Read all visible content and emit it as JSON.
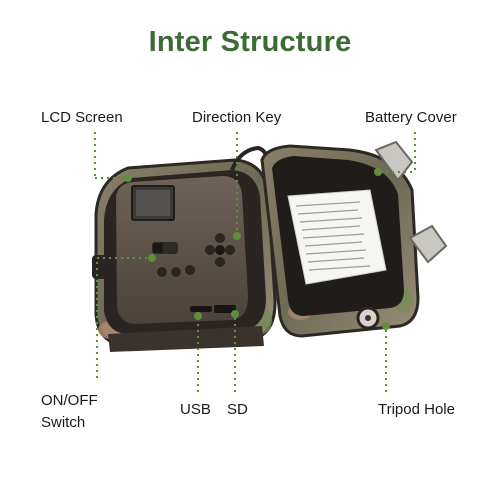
{
  "title": "Inter Structure",
  "labels": {
    "lcd_screen": "LCD Screen",
    "direction_key": "Direction Key",
    "battery_cover": "Battery Cover",
    "on_off_switch_line1": "ON/OFF",
    "on_off_switch_line2": "Switch",
    "usb": "USB",
    "sd": "SD",
    "tripod_hole": "Tripod Hole"
  },
  "colors": {
    "title": "#3d6b34",
    "leader_line": "#5f8f3a",
    "label_text": "#1a1a1a"
  }
}
